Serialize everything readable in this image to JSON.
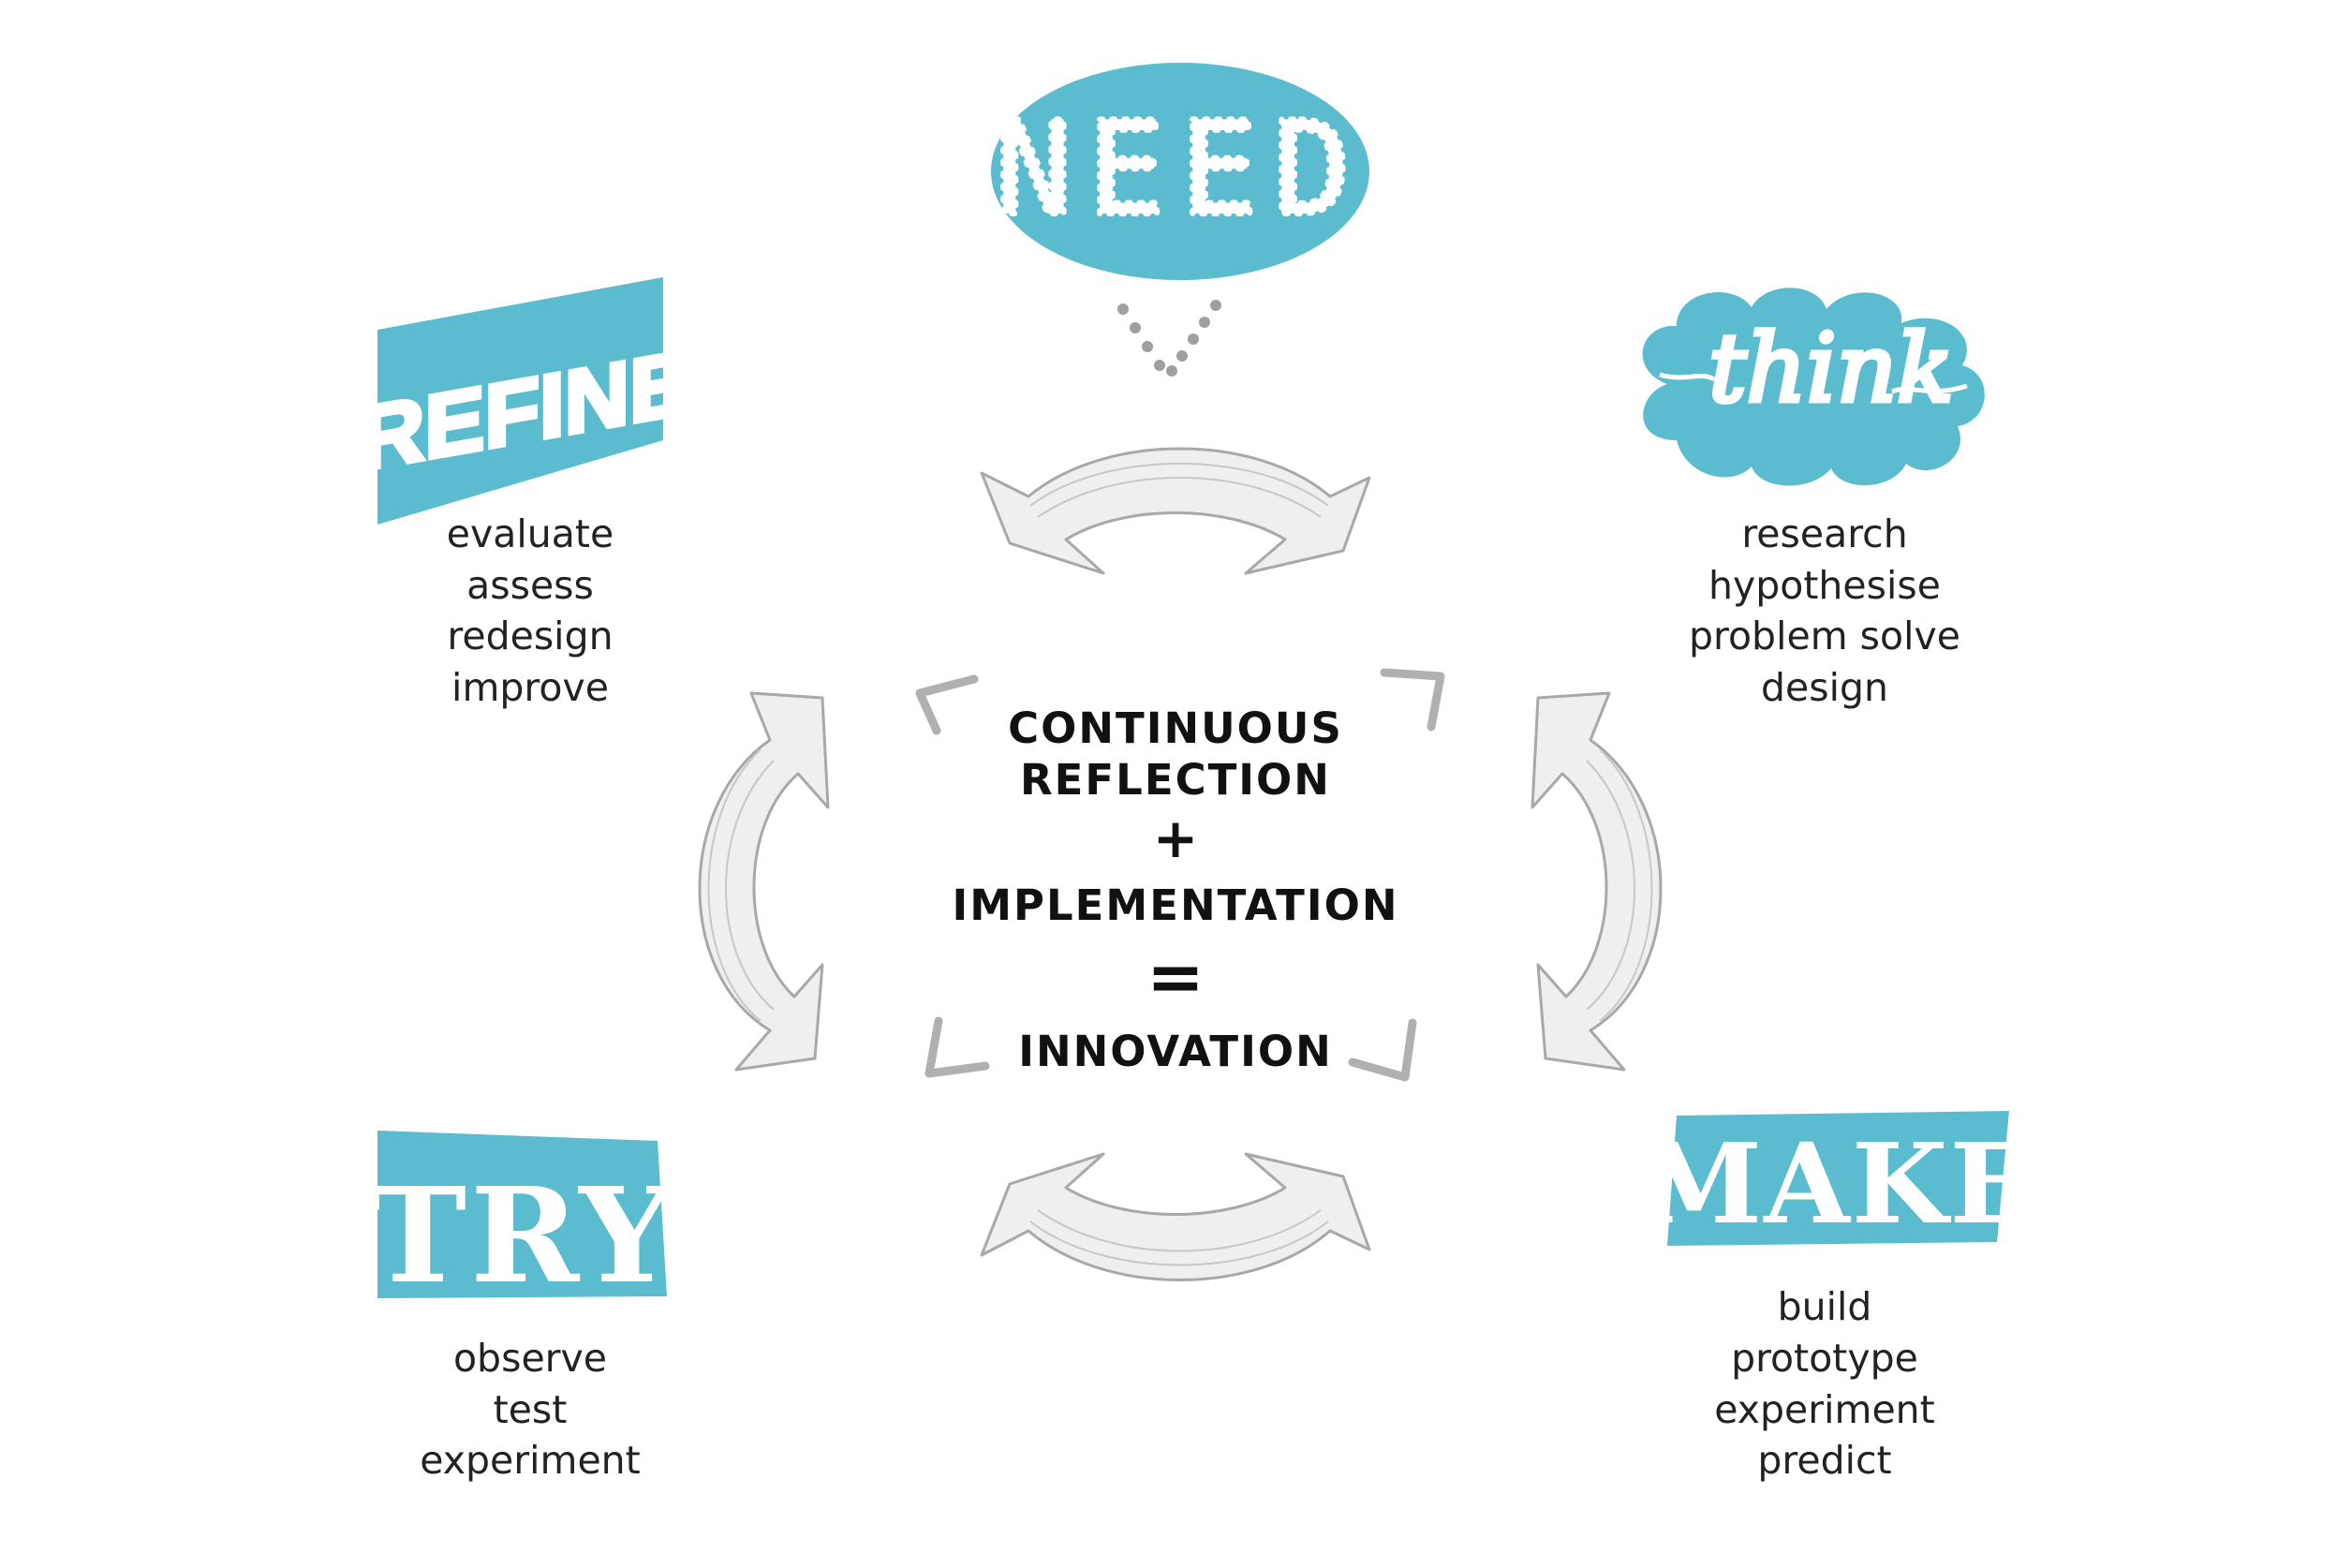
{
  "colors": {
    "accent": "#5bbbcf",
    "text": "#111111",
    "sketch": "#b5b5b5"
  },
  "need": {
    "label": "NEED"
  },
  "think": {
    "label": "think",
    "items": [
      "research",
      "hypothesise",
      "problem solve",
      "design"
    ]
  },
  "make": {
    "label": "MAKE",
    "items": [
      "build",
      "prototype",
      "experiment",
      "predict"
    ]
  },
  "try": {
    "label": "TRY",
    "items": [
      "observe",
      "test",
      "experiment"
    ]
  },
  "refine": {
    "label": "REFINE",
    "items": [
      "evaluate",
      "assess",
      "redesign",
      "improve"
    ]
  },
  "center": {
    "line1": "CONTINUOUS",
    "line2": "REFLECTION",
    "plus": "+",
    "line3": "IMPLEMENTATION",
    "equals": "=",
    "line4": "INNOVATION"
  },
  "icons": {
    "cycle_arrows": "double-headed-curved-arrow",
    "need_pointer": "dotted-chevron-down-icon",
    "corner_brackets": "sketch-corner-bracket"
  }
}
